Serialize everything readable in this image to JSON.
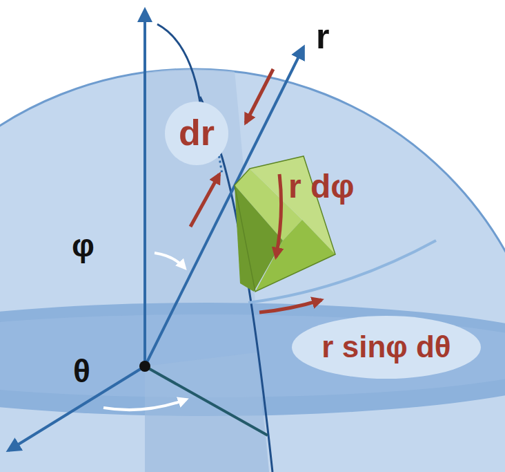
{
  "diagram": {
    "nodes": [
      {
        "text": [
          "dr"
        ]
      },
      {
        "text": [
          "r sinφ dθ"
        ]
      }
    ],
    "labels": [
      "r",
      "r dφ",
      "φ",
      "θ"
    ]
  }
}
